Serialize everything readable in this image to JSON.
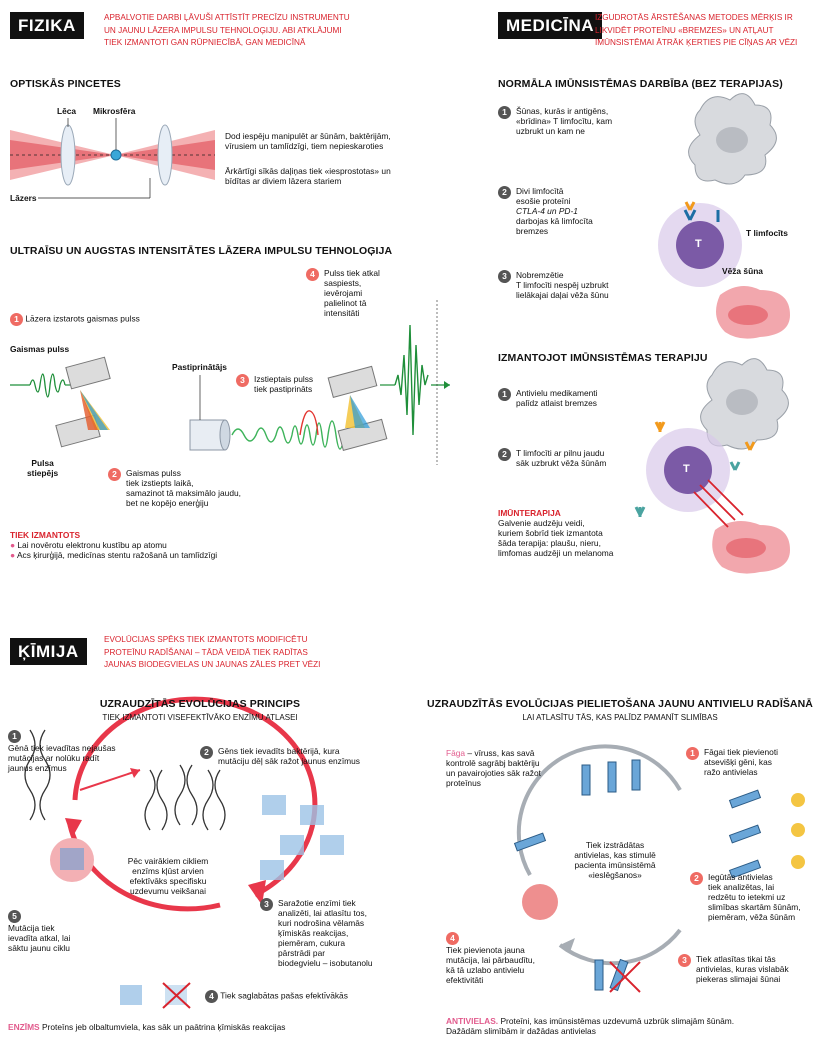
{
  "fizika": {
    "tag": "FIZIKA",
    "intro": [
      "APBALVOTIE DARBI ĻĀVUŠI ATTĪSTĪT PRECĪZU INSTRUMENTU",
      "UN JAUNU LĀZERA IMPULSU TEHNOLOĢIJU. ABI ATKLĀJUMI",
      "TIEK IZMANTOTI GAN RŪPNIECĪBĀ, GAN MEDICĪNĀ"
    ],
    "tweezers": {
      "title": "OPTISKĀS PINCETES",
      "lens_label": "Lēca",
      "sphere_label": "Mikrosfēra",
      "laser_label": "Lāzers",
      "desc1": [
        "Dod iespēju manipulēt ar šūnām, baktērijām,",
        "vīrusiem un tamlīdzīgi, tiem nepieskaroties"
      ],
      "desc2": [
        "Ārkārtīgi sīkās daļiņas tiek «iesprostotas» un",
        "bīdītas ar diviem lāzera stariem"
      ]
    },
    "ultrafast": {
      "title": "ULTRAĪSU UN AUGSTAS INTENSITĀTES LĀZERA IMPULSU TEHNOLOĢIJA",
      "step1": "Lāzera izstarots gaismas pulss",
      "pulse_label": "Gaismas pulss",
      "stretcher_label": [
        "Pulsa",
        "stiepējs"
      ],
      "amplifier_label": "Pastiprinātājs",
      "step2": [
        "Gaismas pulss",
        "tiek izstiepts laikā,",
        "samazinot tā maksimālo jaudu,",
        "bet ne kopējo enerģiju"
      ],
      "step3": [
        "Izstieptais pulss",
        "tiek pastiprināts"
      ],
      "step4": [
        "Pulss tiek atkal",
        "saspiests,",
        "ievērojami",
        "palielinot tā",
        "intensitāti"
      ],
      "nums": [
        "1",
        "2",
        "3",
        "4"
      ]
    },
    "used": {
      "title": "TIEK IZMANTOTS",
      "items": [
        "Lai novērotu elektronu kustību ap atomu",
        "Acs ķirurģijā, medicīnas stentu ražošanā un tamlīdzīgi"
      ]
    }
  },
  "medicina": {
    "tag": "MEDICĪNA",
    "intro": [
      "IZGUDROTĀS ĀRSTĒŠANAS METODES MĒRĶIS IR",
      "LIKVIDĒT PROTEĪNU «BREMZES» UN ATĻAUT",
      "IMŪNSISTĒMAI ĀTRĀK ĶERTIES PIE CĪŅAS AR VĒZI"
    ],
    "normal": {
      "title": "NORMĀLA IMŪNSISTĒMAS DARBĪBA (BEZ TERAPIJAS)",
      "step1": [
        "Šūnas, kurās ir antigēns,",
        "«brīdina» T limfocītu, kam",
        "uzbrukt un kam ne"
      ],
      "step2": [
        "Divi limfocītā",
        "esošie proteīni",
        "CTLA-4 un PD-1",
        "darbojas kā limfocīta",
        "bremzes"
      ],
      "step3": [
        "Nobremzētie",
        "T limfocīti nespēj uzbrukt",
        "lielākajai daļai vēža šūnu"
      ],
      "t_letter": "T",
      "t_label": "T limfocīts",
      "cancer_label": "Vēža šūna",
      "nums": [
        "1",
        "2",
        "3"
      ]
    },
    "therapy": {
      "title": "IZMANTOJOT IMŪNSISTĒMAS TERAPIJU",
      "step1": [
        "Antivielu medikamenti",
        "palīdz atlaist bremzes"
      ],
      "step2": [
        "T limfocīti ar pilnu jaudu",
        "sāk uzbrukt vēža šūnām"
      ],
      "t_letter": "T",
      "immuno_title": "IMŪNTERAPIJA",
      "immuno_text": [
        "Galvenie audzēju veidi,",
        "kuriem šobrīd tiek izmantota",
        "šāda terapija: plaušu, nieru,",
        "limfomas audzēji un melanoma"
      ],
      "nums": [
        "1",
        "2"
      ]
    }
  },
  "kimija": {
    "tag": "ĶĪMIJA",
    "intro": [
      "EVOLŪCIJAS SPĒKS TIEK IZMANTOTS MODIFICĒTU",
      "PROTEĪNU RADĪŠANAI – TĀDĀ VEIDĀ TIEK RADĪTAS",
      "JAUNAS BIODEGVIELAS UN JAUNAS ZĀLES PRET VĒZI"
    ],
    "principle": {
      "title": "UZRAUDZĪTĀS EVOLŪCIJAS PRINCIPS",
      "subtitle": "TIEK IZMANTOTI VISEFEKTĪVĀKO ENZĪMU ATLASEI",
      "step1": [
        "Gēnā tiek ievadītas nejaušas",
        "mutācijas ar nolūku radīt",
        "jaunus enzīmus"
      ],
      "step2": [
        "Gēns tiek ievadīts baktērijā, kura",
        "mutāciju dēļ sāk ražot jaunus enzīmus"
      ],
      "step3": [
        "Saražotie enzīmi tiek",
        "analizēti, lai atlasītu tos,",
        "kuri nodrošina vēlamās",
        "ķīmiskās reakcijas,",
        "piemēram, cukura",
        "pārstrādi par",
        "biodegvielu – isobutanolu"
      ],
      "step4": "Tiek saglabātas pašas efektīvākās",
      "step5": [
        "Mutācija tiek",
        "ievadīta atkal, lai",
        "sāktu jaunu ciklu"
      ],
      "center": [
        "Pēc vairākiem cikliem",
        "enzīms kļūst arvien",
        "efektīvāks specifisku",
        "uzdevumu veikšanai"
      ],
      "enzyme_term": "ENZĪMS",
      "enzyme_def": "Proteīns jeb olbaltumviela, kas sāk un paātrina ķīmiskās reakcijas",
      "nums": [
        "1",
        "2",
        "3",
        "4",
        "5"
      ]
    },
    "antibodies": {
      "title": "UZRAUDZĪTĀS EVOLŪCIJAS PIELIETOŠANA JAUNU ANTIVIELU RADĪŠANĀ",
      "subtitle": "LAI ATLASĪTU TĀS, KAS PALĪDZ PAMANĪT SLIMĪBAS",
      "phage_term": "Fāga",
      "phage_def": [
        "– vīruss, kas savā",
        "kontrolē sagrābj baktēriju",
        "un pavairojoties sāk ražot",
        "proteīnus"
      ],
      "step1": [
        "Fāgai tiek pievienoti",
        "atsevišķi gēni, kas",
        "ražo antivielas"
      ],
      "step2": [
        "Iegūtās antivielas",
        "tiek analizētas, lai",
        "redzētu to ietekmi uz",
        "slimības skartām šūnām,",
        "piemēram, vēža šūnām"
      ],
      "step3": [
        "Tiek atlasītas tikai tās",
        "antivielas, kuras vislabāk",
        "piekeras slimajai šūnai"
      ],
      "step4": [
        "Tiek pievienota jauna",
        "mutācija, lai pārbaudītu,",
        "kā tā uzlabo antivielu",
        "efektivitāti"
      ],
      "center": [
        "Tiek izstrādātas",
        "antivielas, kas stimulē",
        "pacienta imūnsistēmā",
        "«ieslēgšanos»"
      ],
      "antib_term": "ANTIVIELAS.",
      "antib_def": [
        "Proteīni, kas imūnsistēmas uzdevumā uzbrūk slimajām šūnām.",
        "Dažādām slimībām ir dažādas antivielas"
      ],
      "nums": [
        "1",
        "2",
        "3",
        "4"
      ]
    }
  },
  "colors": {
    "accent": "#d9232d",
    "tag_bg": "#111111",
    "step_red": "#ef6b63",
    "tcell": "#7b5aa6",
    "cancer": "#e8747c",
    "cycle": "#e8374a"
  }
}
